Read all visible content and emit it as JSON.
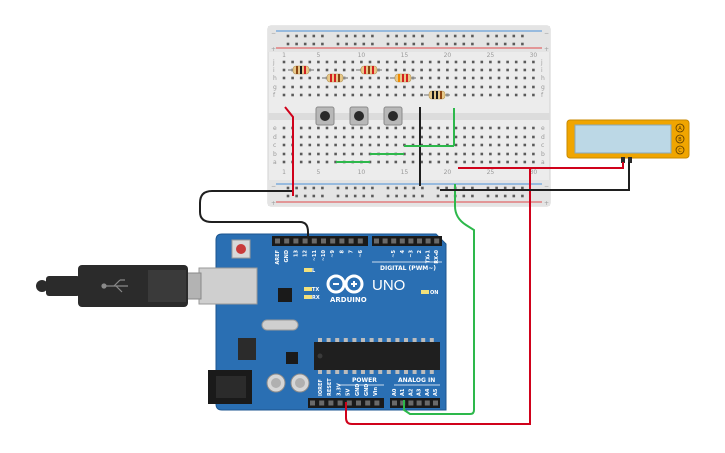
{
  "breadboard": {
    "row_letters_top": [
      "j",
      "i",
      "h",
      "g",
      "f"
    ],
    "row_letters_bottom": [
      "e",
      "d",
      "c",
      "b",
      "a"
    ],
    "column_numbers": [
      "1",
      "5",
      "10",
      "15",
      "20",
      "25",
      "30"
    ],
    "rail_minus": "−",
    "rail_plus": "+"
  },
  "arduino": {
    "brand": "ARDUINO",
    "model": "UNO",
    "digital_label": "DIGITAL (PWM~)",
    "power_label": "POWER",
    "analog_label": "ANALOG IN",
    "on_label": "ON",
    "led_l": "L",
    "led_tx": "TX",
    "led_rx": "RX",
    "top_pins": [
      "AREF",
      "GND",
      "13",
      "12",
      "~11",
      "~10",
      "~9",
      "8",
      "7",
      "~6",
      "~5",
      "4",
      "~3",
      "2",
      "TX▸1",
      "RX◂0"
    ],
    "power_pins": [
      "IOREF",
      "RESET",
      "3.3V",
      "5V",
      "GND",
      "GND",
      "Vin"
    ],
    "analog_pins": [
      "A0",
      "A1",
      "A2",
      "A3",
      "A4",
      "A5"
    ]
  },
  "lcd_module": {
    "buttons": [
      "A",
      "B",
      "C"
    ]
  },
  "colors": {
    "wire_red": "#d0021b",
    "wire_green": "#2db84b",
    "wire_black": "#1f1f1f",
    "board_blue": "#2a6fb3",
    "lcd_frame": "#f0a500",
    "lcd_screen": "#bcd8e6"
  }
}
